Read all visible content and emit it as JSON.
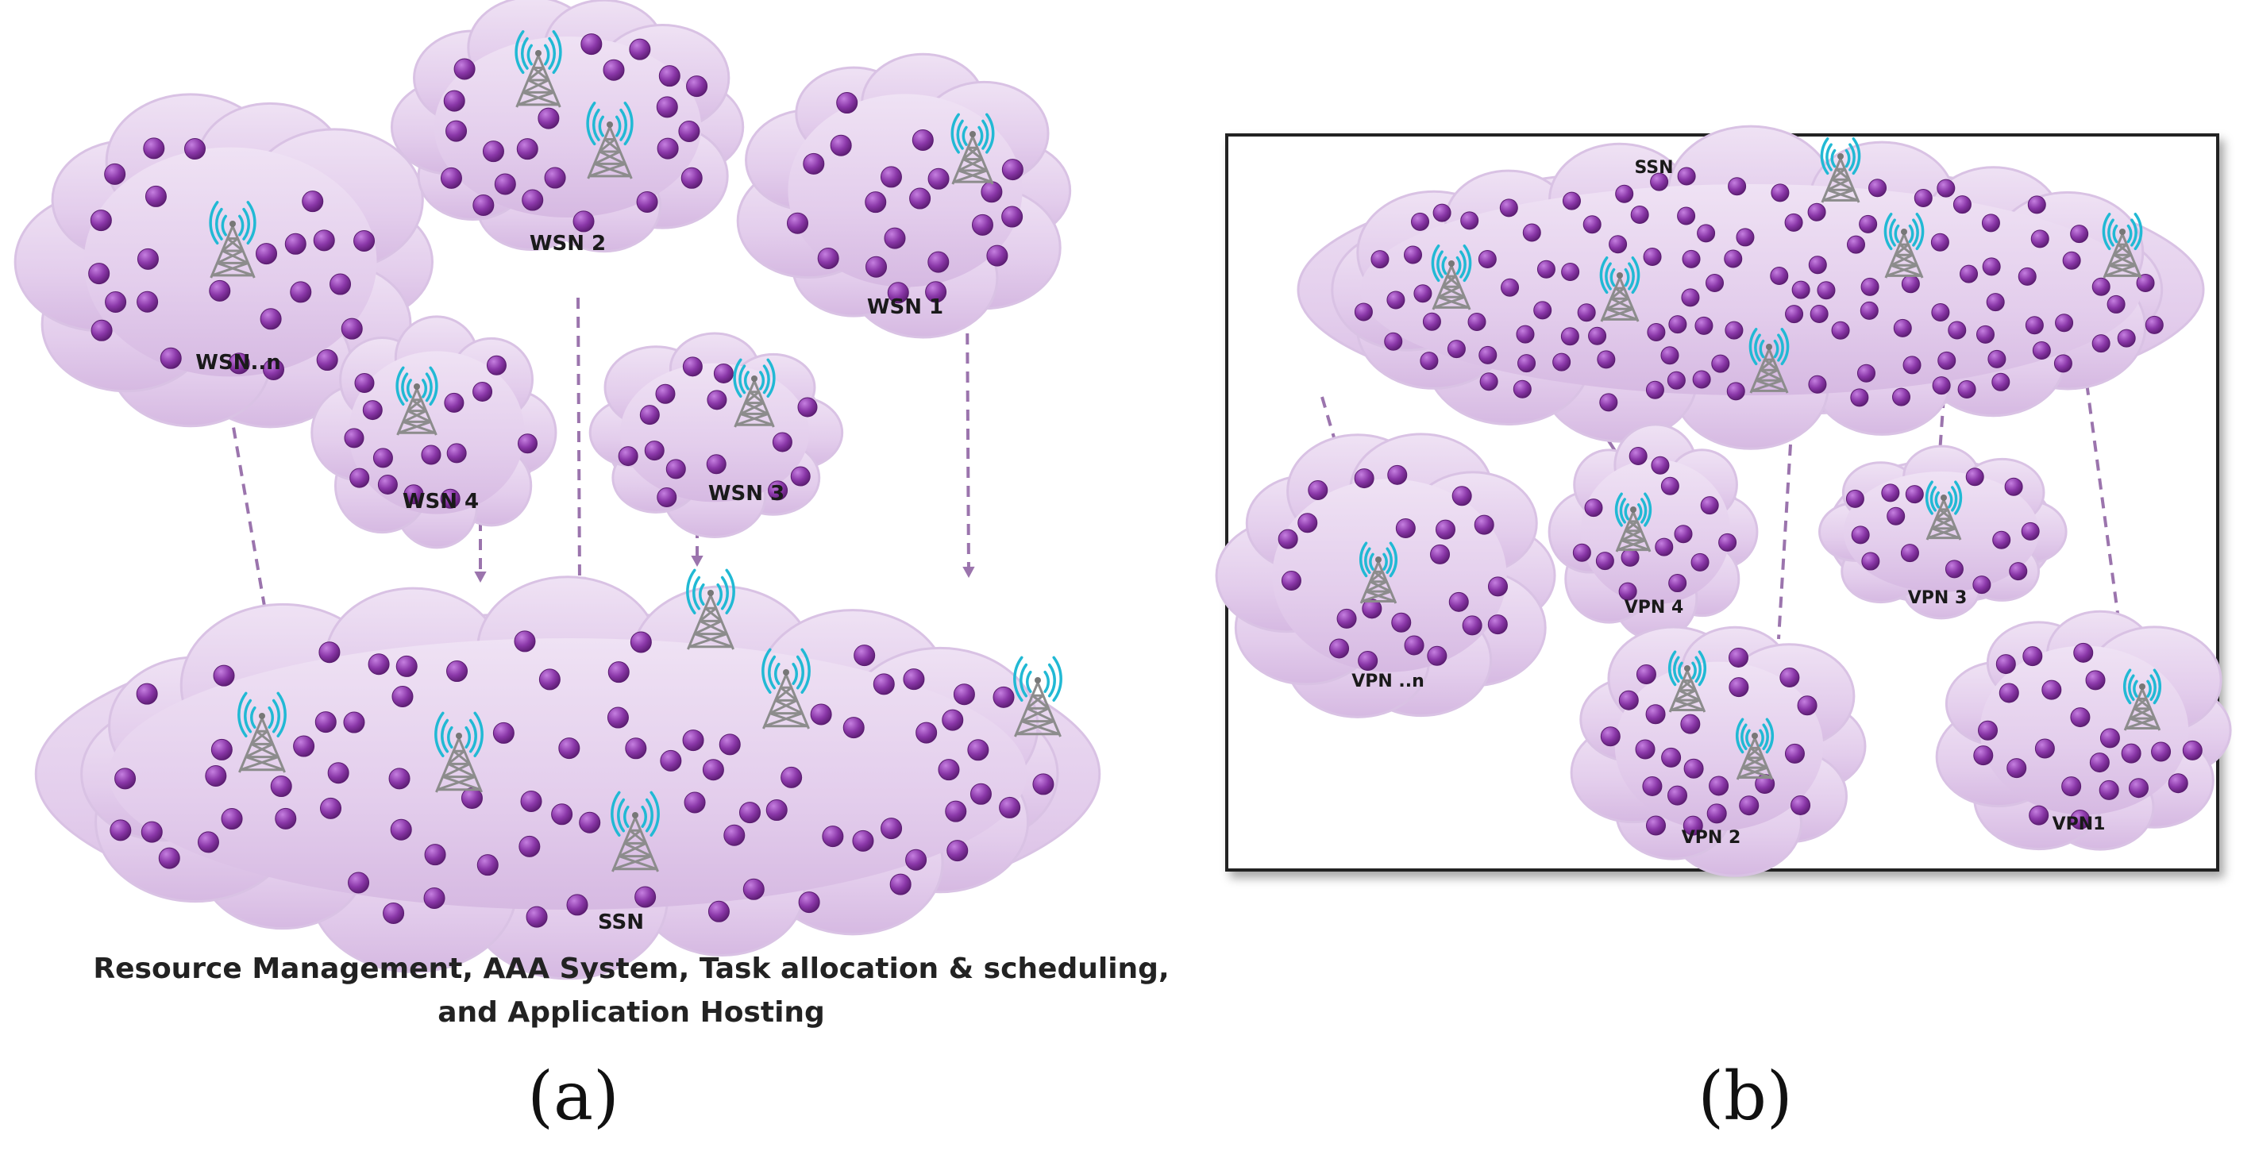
{
  "colors": {
    "cloud_fill": "#e6d2ee",
    "cloud_edge": "#d9c2e4",
    "node": "#8a37a8",
    "link": "#9b74ad",
    "tower_waves": "#21b9d4",
    "tower_mast": "#8c8c8c",
    "frame": "#222222"
  },
  "icons": {
    "tower": "radio-tower-icon",
    "node": "sensor-node-icon"
  },
  "panel_a": {
    "label": "(a)",
    "clouds": [
      {
        "id": "wsn-n",
        "label": "WSN..n"
      },
      {
        "id": "wsn-2",
        "label": "WSN 2"
      },
      {
        "id": "wsn-1",
        "label": "WSN 1"
      },
      {
        "id": "wsn-4",
        "label": "WSN 4"
      },
      {
        "id": "wsn-3",
        "label": "WSN 3"
      },
      {
        "id": "ssn",
        "label": "SSN"
      }
    ],
    "caption_line1": "Resource Management, AAA System,  Task allocation & scheduling,",
    "caption_line2": "and Application Hosting"
  },
  "panel_b": {
    "label": "(b)",
    "clouds": [
      {
        "id": "ssn-b",
        "label": "SSN"
      },
      {
        "id": "vpn-n",
        "label": "VPN ..n"
      },
      {
        "id": "vpn-4",
        "label": "VPN 4"
      },
      {
        "id": "vpn-3",
        "label": "VPN 3"
      },
      {
        "id": "vpn-2",
        "label": "VPN 2"
      },
      {
        "id": "vpn-1",
        "label": "VPN1"
      }
    ]
  }
}
